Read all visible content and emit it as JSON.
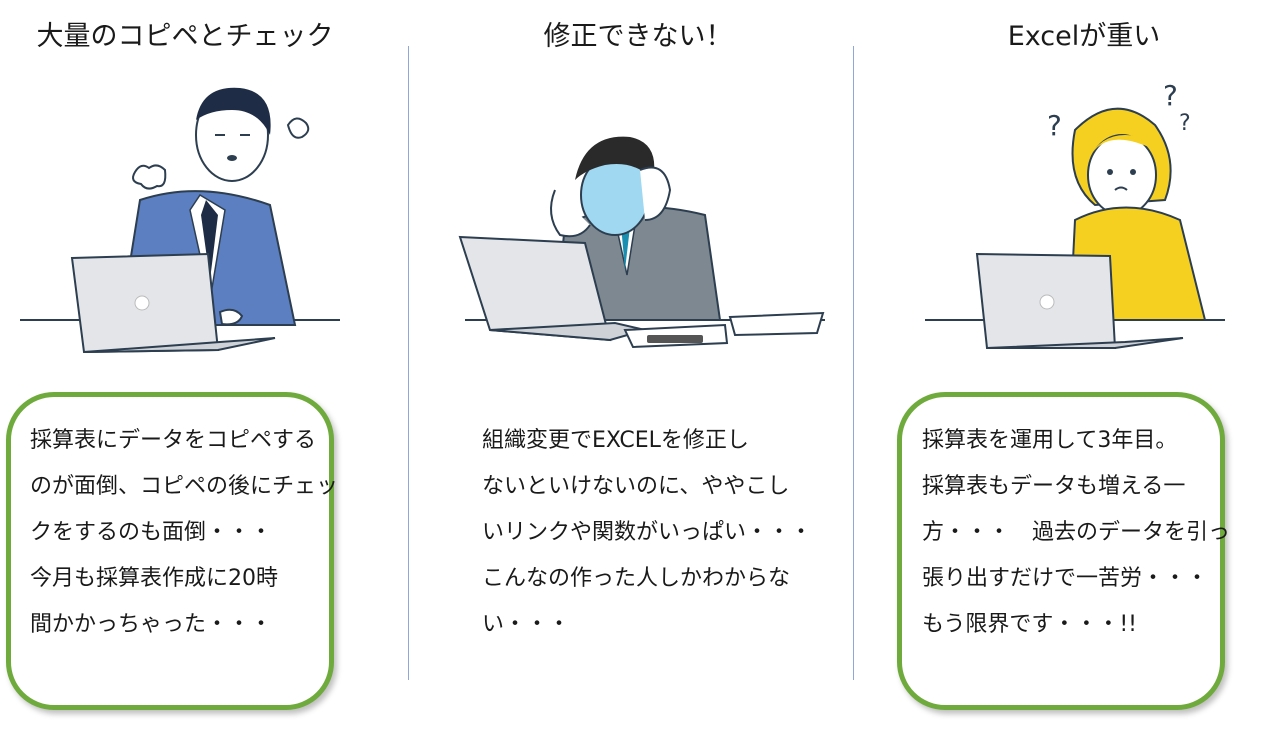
{
  "columns": [
    {
      "title": "大量のコピペとチェック",
      "lines": [
        "採算表にデータをコピペする",
        "のが面倒、コピペの後にチェッ",
        "クをするのも面倒・・・",
        "今月も採算表作成に20時",
        "間かかっちゃった・・・"
      ]
    },
    {
      "title": "修正できない！",
      "lines": [
        "組織変更でEXCELを修正し",
        "ないといけないのに、ややこし",
        "いリンクや関数がいっぱい・・・",
        "こんなの作った人しかわからな",
        "い・・・"
      ]
    },
    {
      "title": "Excelが重い",
      "lines": [
        "採算表を運用して3年目。",
        "採算表もデータも増える一",
        "方・・・　過去のデータを引っ",
        "張り出すだけで一苦労・・・",
        "もう限界です・・・!!"
      ]
    }
  ],
  "colors": {
    "bubble_border": "#6faa3c",
    "divider": "#8fa8d8",
    "suit_blue": "#5b7fc0",
    "suit_gray": "#7d8890",
    "sweater_yellow": "#f5d020"
  }
}
